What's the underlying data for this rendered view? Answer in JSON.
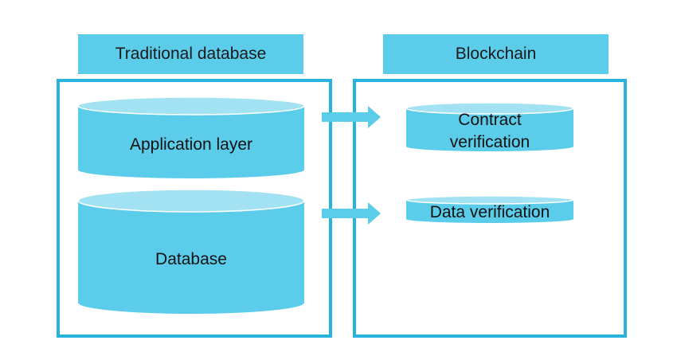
{
  "colors": {
    "fill": "#5bcdea",
    "top_fill": "#a3e2f3",
    "stroke": "#27b3dd"
  },
  "headers": {
    "traditional": "Traditional database",
    "blockchain": "Blockchain"
  },
  "left": {
    "application_layer": "Application layer",
    "database": "Database"
  },
  "right": {
    "contract_line1": "Contract",
    "contract_line2": "verification",
    "data_verification": "Data verification"
  }
}
